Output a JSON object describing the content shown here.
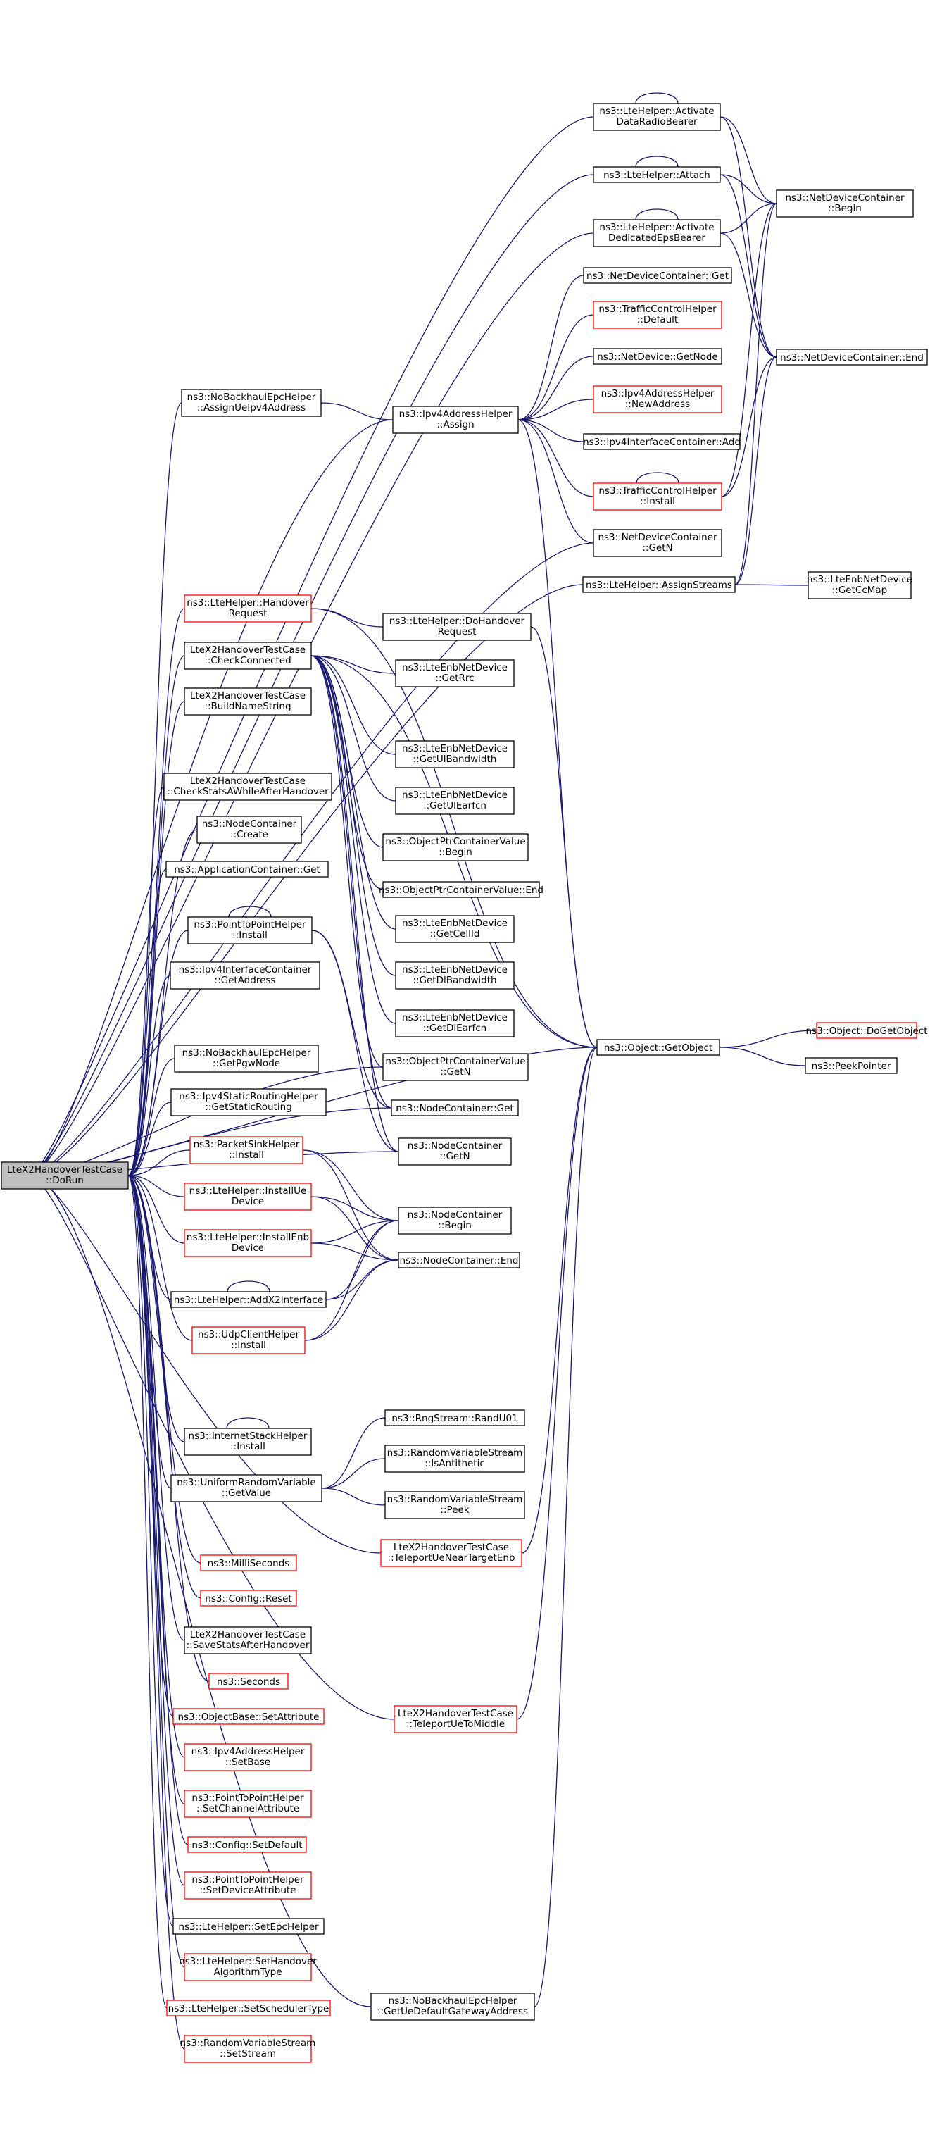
{
  "nodes": {
    "root": [
      "LteX2HandoverTestCase",
      "::DoRun"
    ],
    "activate_data_radio_bearer": [
      "ns3::LteHelper::Activate",
      "DataRadioBearer"
    ],
    "attach": [
      "ns3::LteHelper::Attach"
    ],
    "activate_dedicated_eps_bearer": [
      "ns3::LteHelper::Activate",
      "DedicatedEpsBearer"
    ],
    "ndc_begin": [
      "ns3::NetDeviceContainer",
      "::Begin"
    ],
    "ndc_end": [
      "ns3::NetDeviceContainer::End"
    ],
    "ndc_get": [
      "ns3::NetDeviceContainer::Get"
    ],
    "tch_default": [
      "ns3::TrafficControlHelper",
      "::Default"
    ],
    "netdevice_getnode": [
      "ns3::NetDevice::GetNode"
    ],
    "ipv4ah_newaddress": [
      "ns3::Ipv4AddressHelper",
      "::NewAddress"
    ],
    "ipv4ic_add": [
      "ns3::Ipv4InterfaceContainer::Add"
    ],
    "tch_install": [
      "ns3::TrafficControlHelper",
      "::Install"
    ],
    "ndc_getn": [
      "ns3::NetDeviceContainer",
      "::GetN"
    ],
    "nobackhaul_assign_ue_ipv4": [
      "ns3::NoBackhaulEpcHelper",
      "::AssignUeIpv4Address"
    ],
    "ipv4ah_assign": [
      "ns3::Ipv4AddressHelper",
      "::Assign"
    ],
    "assign_streams": [
      "ns3::LteHelper::AssignStreams"
    ],
    "enb_getccmap": [
      "ns3::LteEnbNetDevice",
      "::GetCcMap"
    ],
    "handover_request": [
      "ns3::LteHelper::Handover",
      "Request"
    ],
    "do_handover_request": [
      "ns3::LteHelper::DoHandover",
      "Request"
    ],
    "check_connected": [
      "LteX2HandoverTestCase",
      "::CheckConnected"
    ],
    "enb_getrrc": [
      "ns3::LteEnbNetDevice",
      "::GetRrc"
    ],
    "build_name_string": [
      "LteX2HandoverTestCase",
      "::BuildNameString"
    ],
    "enb_getulbandwidth": [
      "ns3::LteEnbNetDevice",
      "::GetUlBandwidth"
    ],
    "check_stats": [
      "LteX2HandoverTestCase",
      "::CheckStatsAWhileAfterHandover"
    ],
    "enb_getulearfcn": [
      "ns3::LteEnbNetDevice",
      "::GetUlEarfcn"
    ],
    "nodecontainer_create": [
      "ns3::NodeContainer",
      "::Create"
    ],
    "opcv_begin": [
      "ns3::ObjectPtrContainerValue",
      "::Begin"
    ],
    "appcontainer_get": [
      "ns3::ApplicationContainer::Get"
    ],
    "opcv_end": [
      "ns3::ObjectPtrContainerValue::End"
    ],
    "p2p_install": [
      "ns3::PointToPointHelper",
      "::Install"
    ],
    "enb_getcellid": [
      "ns3::LteEnbNetDevice",
      "::GetCellId"
    ],
    "ipv4ic_getaddress": [
      "ns3::Ipv4InterfaceContainer",
      "::GetAddress"
    ],
    "enb_getdlbandwidth": [
      "ns3::LteEnbNetDevice",
      "::GetDlBandwidth"
    ],
    "enb_getdlearfcn": [
      "ns3::LteEnbNetDevice",
      "::GetDlEarfcn"
    ],
    "object_getobject": [
      "ns3::Object::GetObject"
    ],
    "object_dogetobject": [
      "ns3::Object::DoGetObject"
    ],
    "nobackhaul_getpgwnode": [
      "ns3::NoBackhaulEpcHelper",
      "::GetPgwNode"
    ],
    "peekpointer": [
      "ns3::PeekPointer"
    ],
    "opcv_getn": [
      "ns3::ObjectPtrContainerValue",
      "::GetN"
    ],
    "ipv4srh_getstaticrouting": [
      "ns3::Ipv4StaticRoutingHelper",
      "::GetStaticRouting"
    ],
    "nc_get": [
      "ns3::NodeContainer::Get"
    ],
    "packetsink_install": [
      "ns3::PacketSinkHelper",
      "::Install"
    ],
    "nc_getn": [
      "ns3::NodeContainer",
      "::GetN"
    ],
    "install_ue_device": [
      "ns3::LteHelper::InstallUe",
      "Device"
    ],
    "nc_begin": [
      "ns3::NodeContainer",
      "::Begin"
    ],
    "install_enb_device": [
      "ns3::LteHelper::InstallEnb",
      "Device"
    ],
    "nc_end": [
      "ns3::NodeContainer::End"
    ],
    "add_x2_interface": [
      "ns3::LteHelper::AddX2Interface"
    ],
    "udpclient_install": [
      "ns3::UdpClientHelper",
      "::Install"
    ],
    "rngstream_randu01": [
      "ns3::RngStream::RandU01"
    ],
    "internetstack_install": [
      "ns3::InternetStackHelper",
      "::Install"
    ],
    "rvs_isantithetic": [
      "ns3::RandomVariableStream",
      "::IsAntithetic"
    ],
    "urv_getvalue": [
      "ns3::UniformRandomVariable",
      "::GetValue"
    ],
    "rvs_peek": [
      "ns3::RandomVariableStream",
      "::Peek"
    ],
    "teleport_near_target": [
      "LteX2HandoverTestCase",
      "::TeleportUeNearTargetEnb"
    ],
    "milliseconds": [
      "ns3::MilliSeconds"
    ],
    "config_reset": [
      "ns3::Config::Reset"
    ],
    "save_stats": [
      "LteX2HandoverTestCase",
      "::SaveStatsAfterHandover"
    ],
    "seconds": [
      "ns3::Seconds"
    ],
    "objectbase_setattribute": [
      "ns3::ObjectBase::SetAttribute"
    ],
    "teleport_middle": [
      "LteX2HandoverTestCase",
      "::TeleportUeToMiddle"
    ],
    "ipv4ah_setbase": [
      "ns3::Ipv4AddressHelper",
      "::SetBase"
    ],
    "p2p_setchannelattribute": [
      "ns3::PointToPointHelper",
      "::SetChannelAttribute"
    ],
    "config_setdefault": [
      "ns3::Config::SetDefault"
    ],
    "p2p_setdeviceattribute": [
      "ns3::PointToPointHelper",
      "::SetDeviceAttribute"
    ],
    "set_epc_helper": [
      "ns3::LteHelper::SetEpcHelper"
    ],
    "set_handover_algorithm_type": [
      "ns3::LteHelper::SetHandover",
      "AlgorithmType"
    ],
    "nobackhaul_getuedefaultgw": [
      "ns3::NoBackhaulEpcHelper",
      "::GetUeDefaultGatewayAddress"
    ],
    "set_scheduler_type": [
      "ns3::LteHelper::SetSchedulerType"
    ],
    "rvs_setstream": [
      "ns3::RandomVariableStream",
      "::SetStream"
    ]
  },
  "colors": {
    "edge": "#191970",
    "border_normal": "#000000",
    "border_undocumented": "#ff0000",
    "root_fill": "#bfbfbf"
  }
}
